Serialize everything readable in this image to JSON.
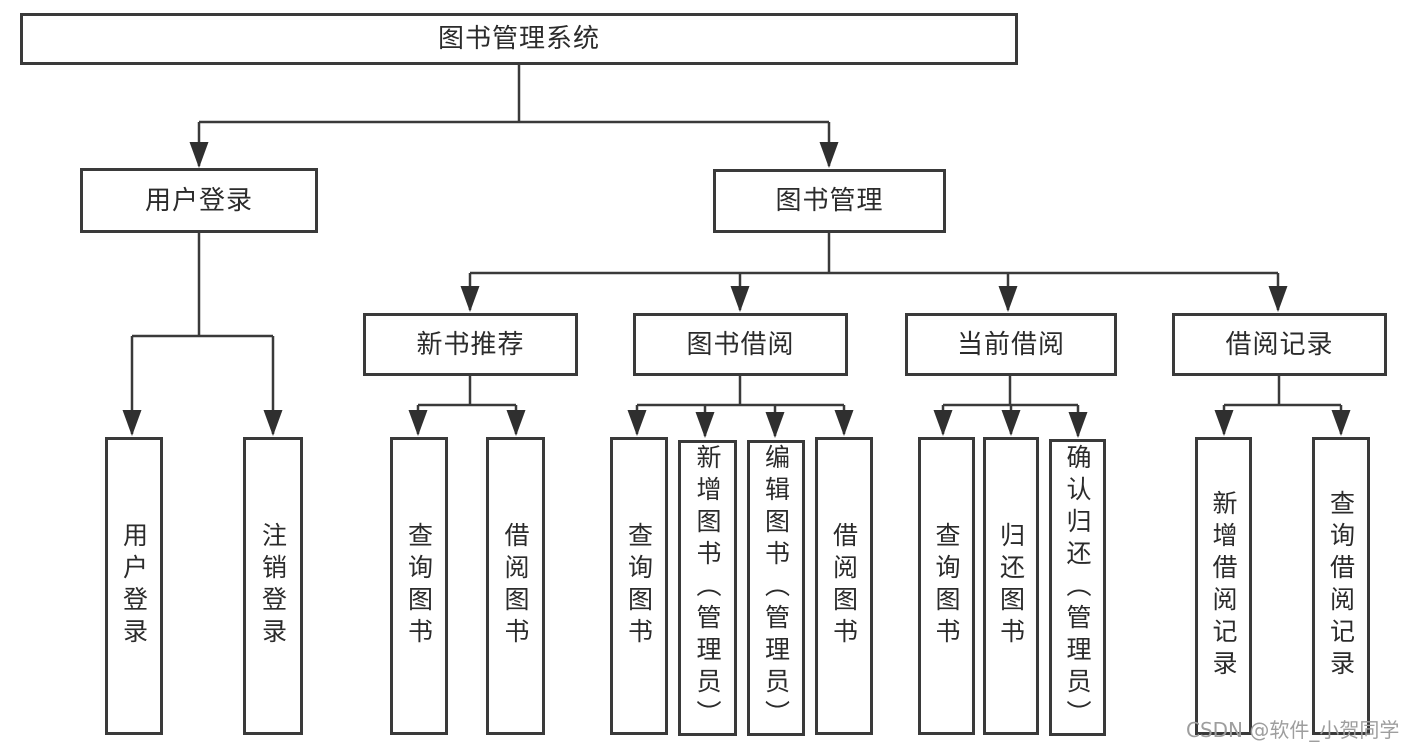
{
  "diagram_title": "图书管理系统",
  "tree": {
    "label": "图书管理系统",
    "children": [
      {
        "label": "用户登录",
        "children": [
          {
            "label": "用户登录"
          },
          {
            "label": "注销登录"
          }
        ]
      },
      {
        "label": "图书管理",
        "children": [
          {
            "label": "新书推荐",
            "children": [
              {
                "label": "查询图书"
              },
              {
                "label": "借阅图书"
              }
            ]
          },
          {
            "label": "图书借阅",
            "children": [
              {
                "label": "查询图书"
              },
              {
                "label": "新增图书（管理员）"
              },
              {
                "label": "编辑图书（管理员）"
              },
              {
                "label": "借阅图书"
              }
            ]
          },
          {
            "label": "当前借阅",
            "children": [
              {
                "label": "查询图书"
              },
              {
                "label": "归还图书"
              },
              {
                "label": "确认归还（管理员）"
              }
            ]
          },
          {
            "label": "借阅记录",
            "children": [
              {
                "label": "新增借阅记录"
              },
              {
                "label": "查询借阅记录"
              }
            ]
          }
        ]
      }
    ]
  },
  "watermark": {
    "text": "CSDN @软件_小贺同学"
  },
  "colors": {
    "line": "#3a3a3a",
    "box_border": "#3a3a3a",
    "text": "#2b2b2b",
    "watermark": "#9e9e9e",
    "background": "#ffffff"
  }
}
